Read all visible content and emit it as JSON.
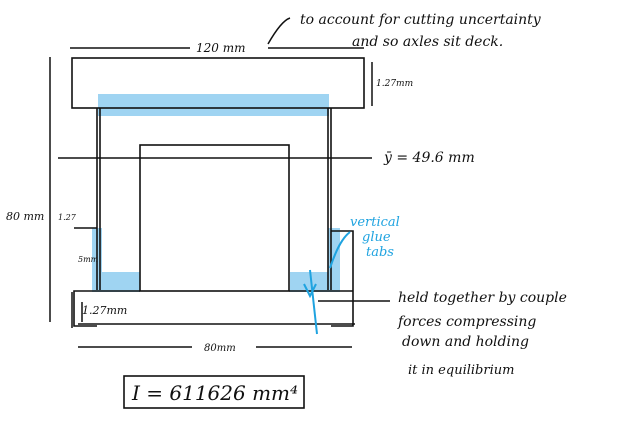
{
  "annotations": {
    "top_note_line1": "to account for cutting uncertainty",
    "top_note_line2": "and so axles sit deck.",
    "width_top": "120 mm",
    "top_thickness": "1.27mm",
    "centroid": "ȳ = 49.6 mm",
    "height_total": "80 mm",
    "small_1_27": "1.27",
    "height_5mm": "5mm",
    "bottom_thickness": "1.27mm",
    "width_bottom": "80mm",
    "glue_tabs_line1": "vertical",
    "glue_tabs_line2": "glue",
    "glue_tabs_line3": "tabs",
    "held_line1": "held together by couple",
    "held_line2": "forces compressing",
    "held_line3": "down and holding",
    "held_line4": "it in equilibrium",
    "moment_of_inertia": "I = 611626 mm⁴"
  },
  "colors": {
    "ink": "#111111",
    "highlight": "#9fd4f2",
    "accent_blue": "#1fa3e0"
  }
}
